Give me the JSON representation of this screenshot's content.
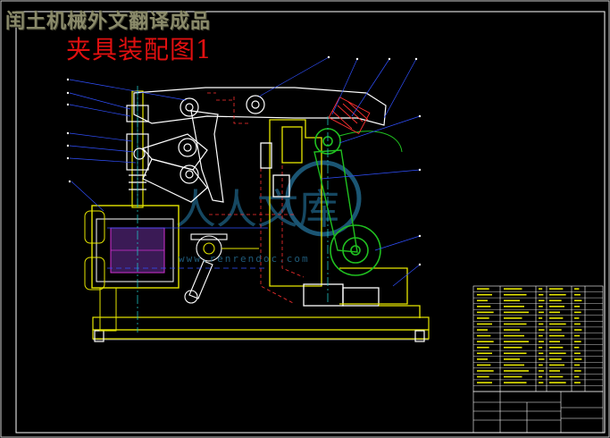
{
  "header": {
    "text": "闰土机械外文翻译成品"
  },
  "drawing": {
    "title": "夹具装配图1"
  },
  "watermark": {
    "logo_text": "人人文库",
    "url_text": "www.renrendoc.com"
  },
  "colors": {
    "background": "#000000",
    "border": "#ffffff",
    "outline": "#e6e600",
    "part": "#ffffff",
    "hidden_line": "#ff3030",
    "green_part": "#20c020",
    "magenta_line": "#d030d0",
    "cyan_line": "#20c0c0",
    "blue_line": "#3050ff",
    "title_red": "#e01010",
    "watermark": "#1f5a78"
  }
}
